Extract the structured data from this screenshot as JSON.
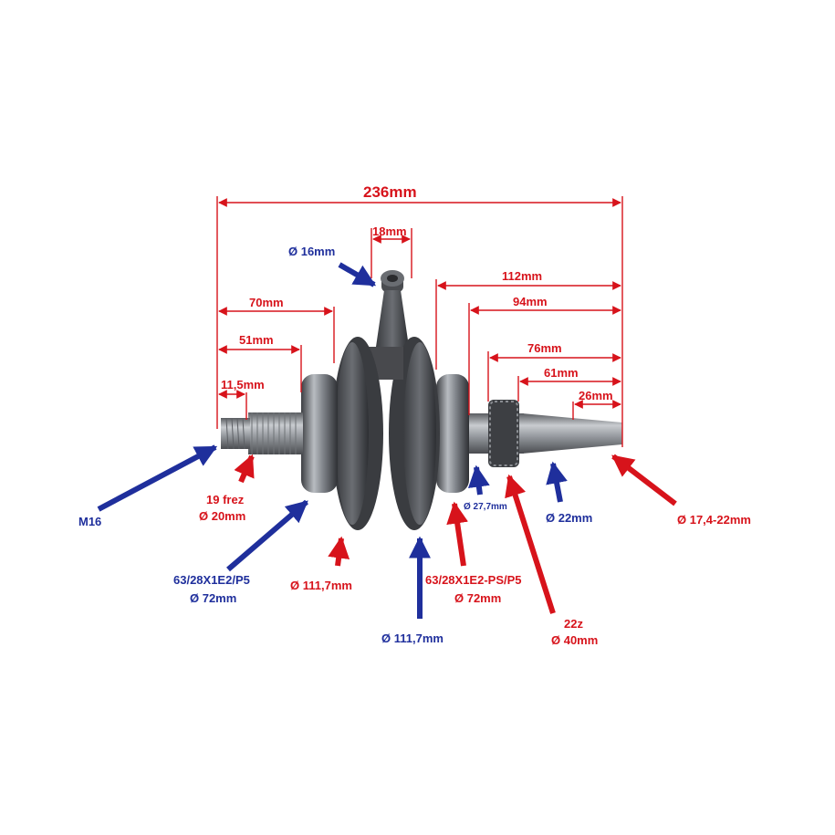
{
  "colors": {
    "red": "#d7131b",
    "blue": "#1f2f9c",
    "steel": "#8d9196",
    "iron": "#55585c"
  },
  "dimensions": {
    "overall": "236mm",
    "rod_width": "18mm",
    "rod_bore": "Ø 16mm",
    "d112": "112mm",
    "d94": "94mm",
    "d70": "70mm",
    "d51": "51mm",
    "d76": "76mm",
    "d61": "61mm",
    "d11": "11,5mm",
    "d26": "26mm"
  },
  "callouts": {
    "thread": "M16",
    "spline_1": "19 frez",
    "spline_2": "Ø 20mm",
    "bearing_left_1": "63/28X1E2/P5",
    "bearing_left_2": "Ø 72mm",
    "web_left": "Ø 111,7mm",
    "web_right": "Ø 111,7mm",
    "bearing_right_1": "63/28X1E2-PS/P5",
    "bearing_right_2": "Ø 72mm",
    "journal": "Ø 27,7mm",
    "gear_1": "22z",
    "gear_2": "Ø 40mm",
    "shaft": "Ø 22mm",
    "taper": "Ø 17,4-22mm"
  }
}
